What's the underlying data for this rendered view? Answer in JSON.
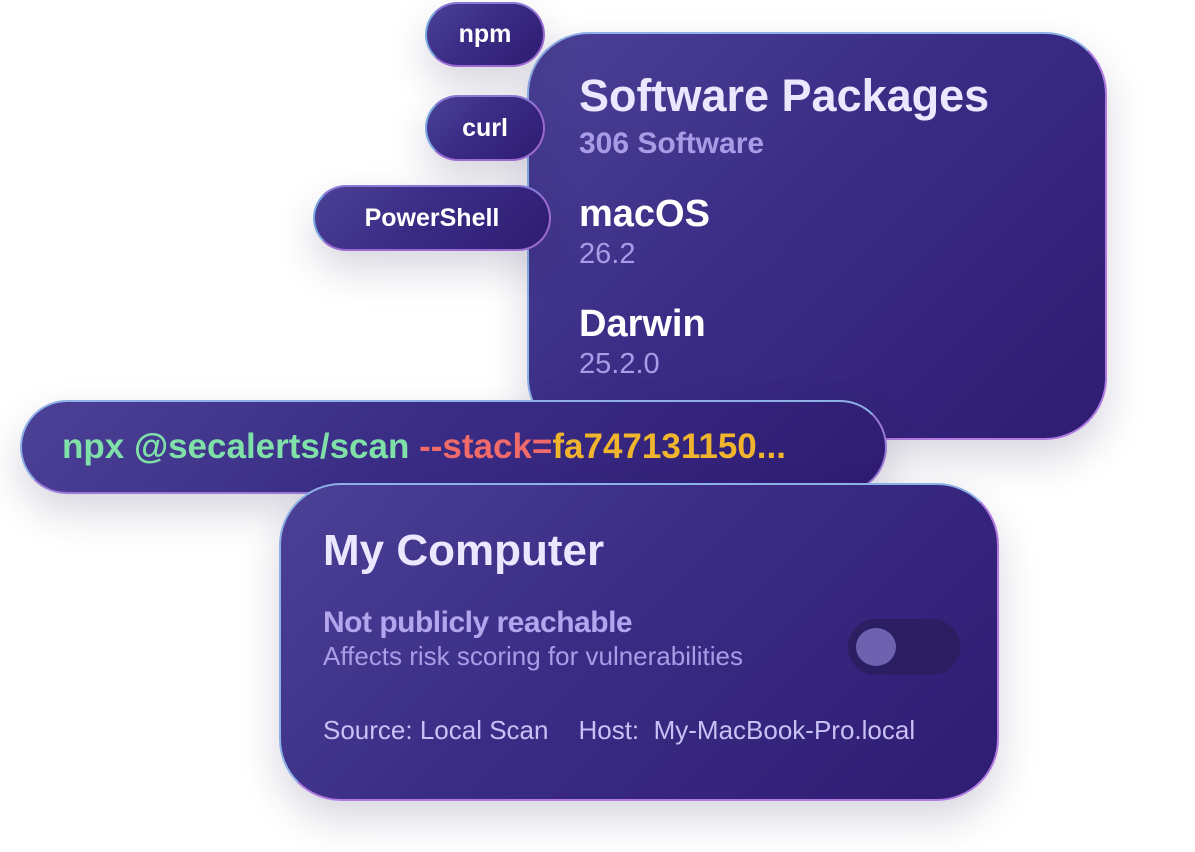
{
  "tags": [
    "npm",
    "curl",
    "PowerShell"
  ],
  "software": {
    "title": "Software Packages",
    "count": "306 Software",
    "os_label": "macOS",
    "os_version": "26.2",
    "kernel_label": "Darwin",
    "kernel_version": "25.2.0"
  },
  "command": {
    "part1": "npx @secalerts/scan",
    "part2": " --stack=",
    "part3": "fa747131150..."
  },
  "computer": {
    "title": "My Computer",
    "reach_label": "Not publicly reachable",
    "reach_desc": "Affects risk scoring for vulnerabilities",
    "toggle": {
      "on": false
    },
    "source": "Source: Local Scan",
    "host": "Host:  My-MacBook-Pro.local"
  },
  "colors": {
    "card": "#3a2c85",
    "green": "#7fe0a8",
    "red": "#f06a6a",
    "yellow": "#f0b52c"
  }
}
